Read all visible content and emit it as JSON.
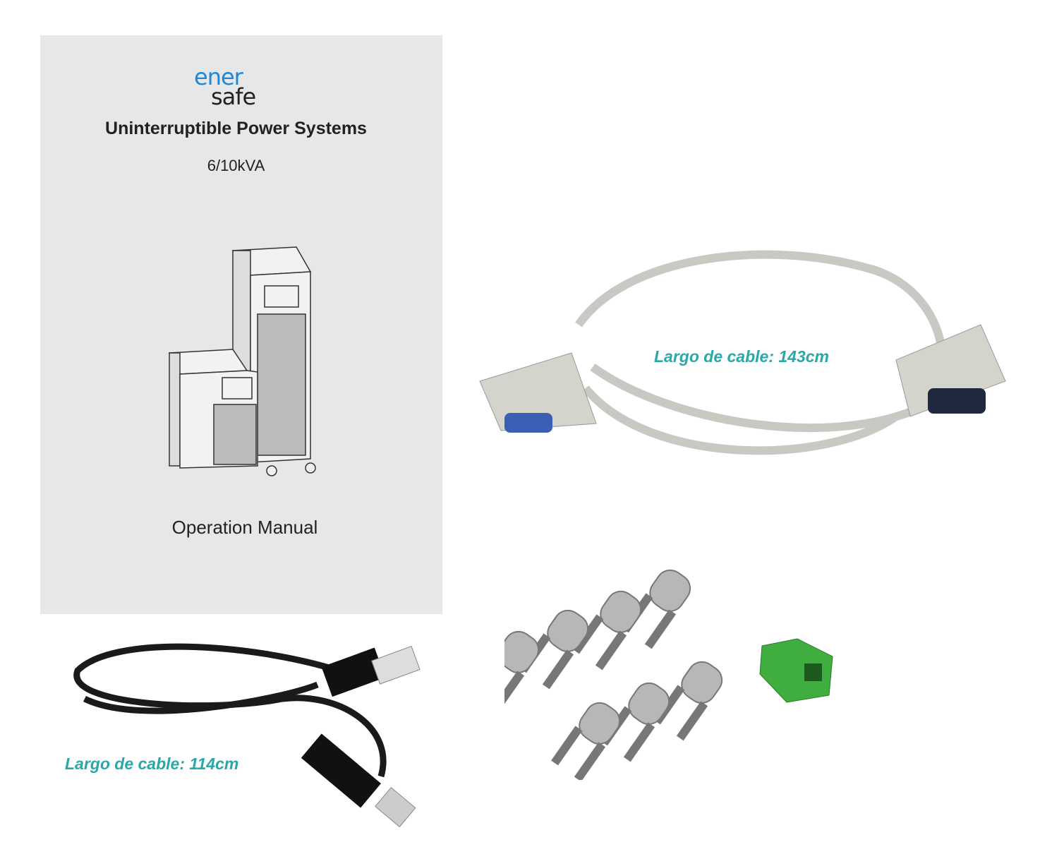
{
  "manual": {
    "brand_line1": "ener",
    "brand_line2": "safe",
    "title": "Uninterruptible Power Systems",
    "model": "6/10kVA",
    "subtitle": "Operation Manual"
  },
  "serial_cable": {
    "label": "Largo de cable: 143cm"
  },
  "usb_cable": {
    "label": "Largo de cable: 114cm"
  },
  "colors": {
    "label": "#2aa8a8",
    "brand_blue": "#1e88d6",
    "terminal_green": "#3fae3f"
  }
}
